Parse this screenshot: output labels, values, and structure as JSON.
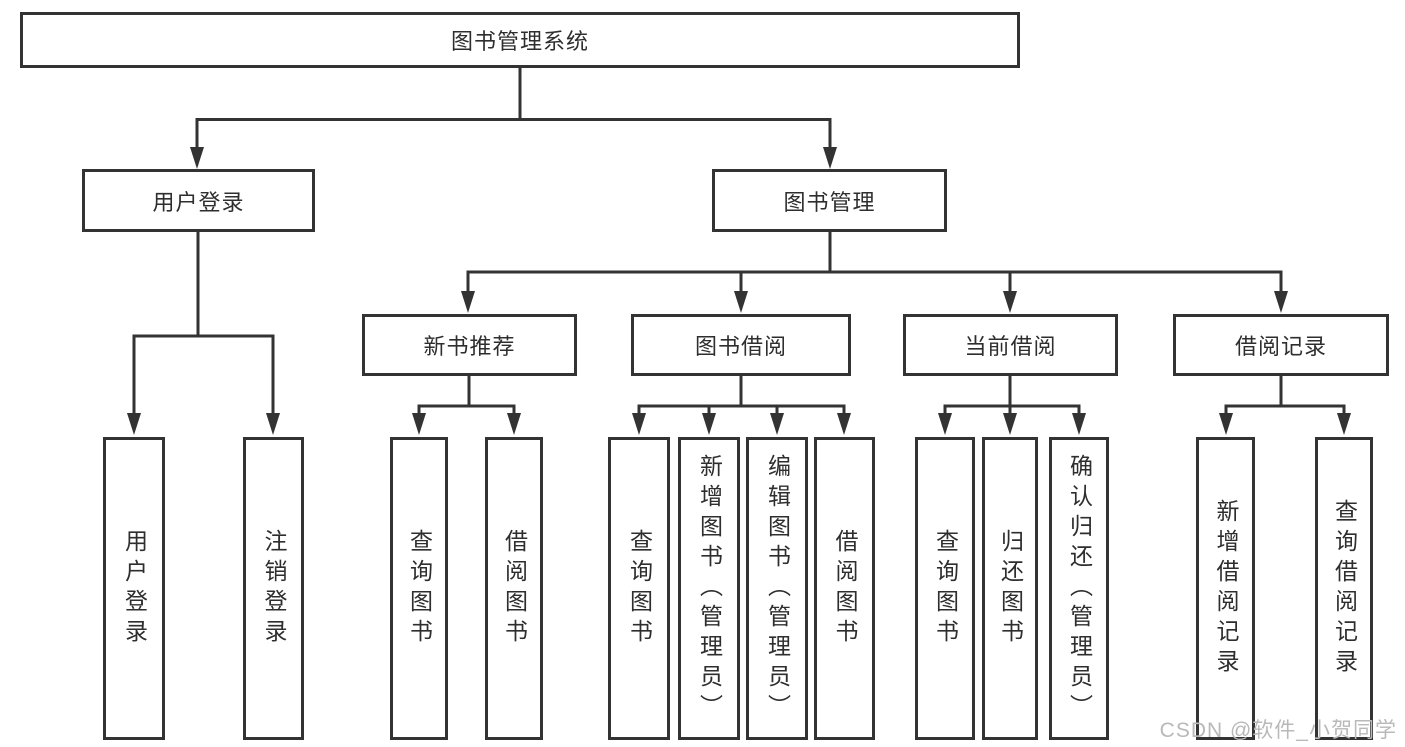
{
  "tree": {
    "label": "图书管理系统",
    "children": [
      {
        "label": "用户登录",
        "children": [
          {
            "label": "用户登录"
          },
          {
            "label": "注销登录"
          }
        ]
      },
      {
        "label": "图书管理",
        "children": [
          {
            "label": "新书推荐",
            "children": [
              {
                "label": "查询图书"
              },
              {
                "label": "借阅图书"
              }
            ]
          },
          {
            "label": "图书借阅",
            "children": [
              {
                "label": "查询图书"
              },
              {
                "label": "新增图书（管理员）"
              },
              {
                "label": "编辑图书（管理员）"
              },
              {
                "label": "借阅图书"
              }
            ]
          },
          {
            "label": "当前借阅",
            "children": [
              {
                "label": "查询图书"
              },
              {
                "label": "归还图书"
              },
              {
                "label": "确认归还（管理员）"
              }
            ]
          },
          {
            "label": "借阅记录",
            "children": [
              {
                "label": "新增借阅记录"
              },
              {
                "label": "查询借阅记录"
              }
            ]
          }
        ]
      }
    ]
  },
  "watermark": "CSDN @软件_小贺同学",
  "colors": {
    "line": "#333333",
    "text": "#2e2e2e",
    "watermark": "#b9b9b9",
    "background": "#ffffff"
  }
}
